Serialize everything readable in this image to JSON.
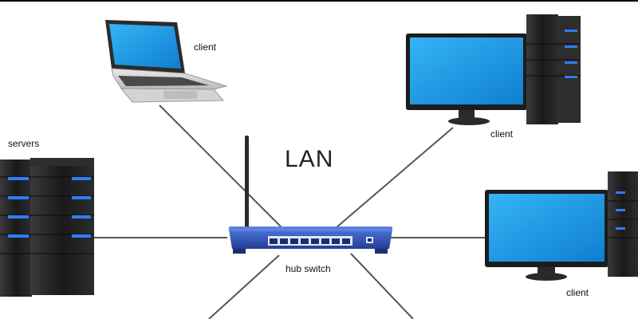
{
  "diagram": {
    "title": "LAN",
    "hub_label": "hub switch",
    "nodes": {
      "laptop_label": "client",
      "desktop_top_label": "client",
      "desktop_right_label": "client",
      "servers_label": "servers"
    },
    "colors": {
      "cable": "#555555",
      "hub_body": "#2f55b8",
      "screen": "#1e9be6",
      "led": "#2f7cff",
      "case": "#1f1f1f"
    },
    "icons": [
      "laptop-icon",
      "desktop-computer-icon",
      "server-rack-icon",
      "router-icon"
    ]
  }
}
